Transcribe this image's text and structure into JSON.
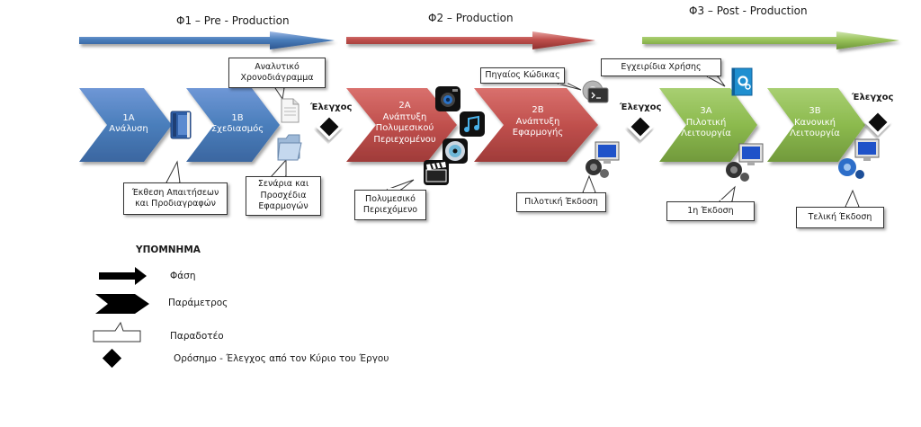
{
  "phases": [
    {
      "id": "phase1",
      "label": "Φ1 – Pre - Production",
      "color": "#4472c4"
    },
    {
      "id": "phase2",
      "label": "Φ2 – Production",
      "color": "#c0504d"
    },
    {
      "id": "phase3",
      "label": "Φ3 – Post - Production",
      "color": "#8cba4e"
    }
  ],
  "steps": [
    {
      "id": "1A",
      "code": "1Α",
      "name": "Ανάλυση",
      "color": "#4a7ebb"
    },
    {
      "id": "1B",
      "code": "1Β",
      "name": "Σχεδιασμός",
      "color": "#4a7ebb"
    },
    {
      "id": "2A",
      "code": "2Α",
      "name": "Ανάπτυξη Πολυμεσικού Περιεχομένου",
      "color": "#c0504d"
    },
    {
      "id": "2B",
      "code": "2Β",
      "name": "Ανάπτυξη Εφαρμογής",
      "color": "#c0504d"
    },
    {
      "id": "3A",
      "code": "3Α",
      "name": "Πιλοτική Λειτουργία",
      "color": "#8cba4e"
    },
    {
      "id": "3B",
      "code": "3Β",
      "name": "Κανονική Λειτουργία",
      "color": "#8cba4e"
    }
  ],
  "checks": {
    "label": "Έλεγχος"
  },
  "deliverables": {
    "d1": "Έκθεση Απαιτήσεων και Προδιαγραφών",
    "d2": "Αναλυτικό Χρονοδιάγραμμα",
    "d3": "Σενάρια και Προσχέδια Εφαρμογών",
    "d4": "Πολυμεσικό Περιεχόμενο",
    "d5": "Πηγαίος Κώδικας",
    "d6": "Πιλοτική Έκδοση",
    "d7": "Εγχειρίδια Χρήσης",
    "d8": "1η Έκδοση",
    "d9": "Τελική Έκδοση"
  },
  "legend": {
    "title": "ΥΠΟΜΝΗΜΑ",
    "phase": "Φάση",
    "parameter": "Παράμετρος",
    "deliverable": "Παραδοτέο",
    "milestone": "Ορόσημο - Έλεγχος από τον Κύριο του Έργου"
  },
  "icons": [
    "book-icon",
    "document-icon",
    "folder-icon",
    "camera-icon",
    "music-icon",
    "disc-icon",
    "clapperboard-icon",
    "terminal-gear-icon",
    "computer-gear-icon",
    "manual-icon"
  ]
}
